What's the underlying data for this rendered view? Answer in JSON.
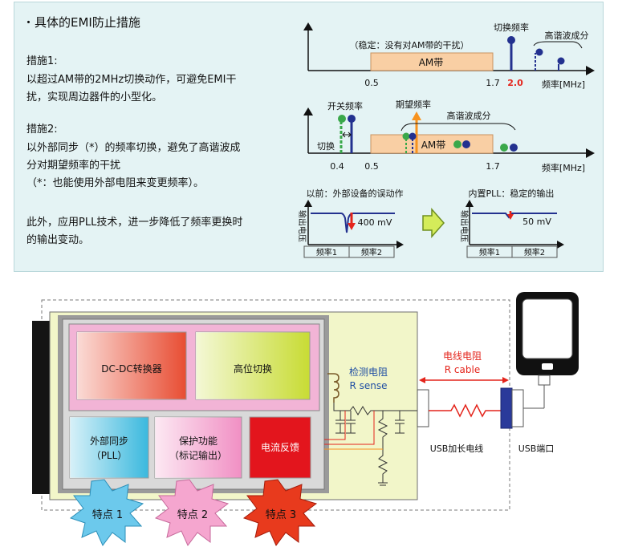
{
  "top": {
    "heading": "・具体的EMI防止措施",
    "measure1_title": "措施1:",
    "measure1_line1": "以超过AM带的2MHz切换动作，可避免EMI干",
    "measure1_line2": "扰，实现周边器件的小型化。",
    "measure2_title": "措施2:",
    "measure2_line1": "以外部同步（*）的频率切换，避免了高谐波成",
    "measure2_line2": "分对期望频率的干扰",
    "measure2_note": "（*：也能使用外部电阻来变更频率）。",
    "pll_line1": "此外，应用PLL技术，进一步降低了频率更换时",
    "pll_line2": "的输出变动。"
  },
  "spectrum1": {
    "stable_label": "（稳定：没有对AM带的干扰）",
    "am_band": "AM带",
    "switch_freq": "切换频率",
    "harmonics": "高谐波成分",
    "tick_05": "0.5",
    "tick_17": "1.7",
    "tick_20": "2.0",
    "axis_label": "频率[MHz]"
  },
  "spectrum2": {
    "switch_freq": "开关频率",
    "desired_freq": "期望频率",
    "harmonics": "高谐波成分",
    "switch": "切换",
    "am_band": "AM带",
    "tick_04": "0.4",
    "tick_05": "0.5",
    "tick_17": "1.7",
    "axis_label": "频率[MHz]"
  },
  "waveforms": {
    "before_title": "以前：外部设备的误动作",
    "after_title": "内置PLL：稳定的输出",
    "ylabel": "输出电压",
    "before_value": "400 mV",
    "after_value": "50 mV",
    "freq1": "频率1",
    "freq2": "频率2"
  },
  "circuit": {
    "dcdc": "DC-DC转换器",
    "high_side": "高位切换",
    "ext_sync_l1": "外部同步",
    "ext_sync_l2": "（PLL）",
    "protect_l1": "保护功能",
    "protect_l2": "（标记输出）",
    "current_fb": "电流反馈",
    "sense_cn": "检测电阻",
    "sense_en": "R sense",
    "cable_cn": "电线电阻",
    "cable_en": "R cable",
    "usb_cable": "USB加长电线",
    "usb_port": "USB端口",
    "feature1": "特点 1",
    "feature2": "特点 2",
    "feature3": "特点 3"
  },
  "colors": {
    "panel_bg": "#e4f3f4",
    "am_band": "#f9cfa4",
    "green_marker": "#3aa84a",
    "blue_marker": "#23318f",
    "red_arrow": "#e4241b",
    "orange_arrow": "#f7931e"
  }
}
